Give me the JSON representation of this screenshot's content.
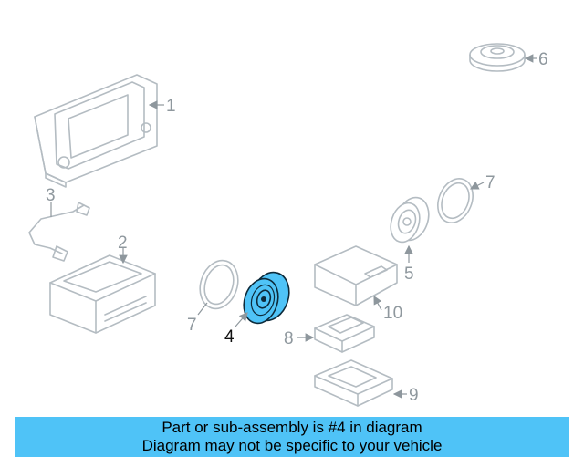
{
  "callouts": {
    "c1": "1",
    "c2": "2",
    "c3": "3",
    "c4": "4",
    "c5": "5",
    "c6": "6",
    "c7a": "7",
    "c7b": "7",
    "c8": "8",
    "c9": "9",
    "c10": "10"
  },
  "caption": {
    "line1": "Part or sub-assembly is #4 in diagram",
    "line2": "Diagram may not be specific to your vehicle"
  },
  "colors": {
    "highlight": "#4fc3f7",
    "outline": "#b4bcc2",
    "callout_text": "#8f989e"
  }
}
